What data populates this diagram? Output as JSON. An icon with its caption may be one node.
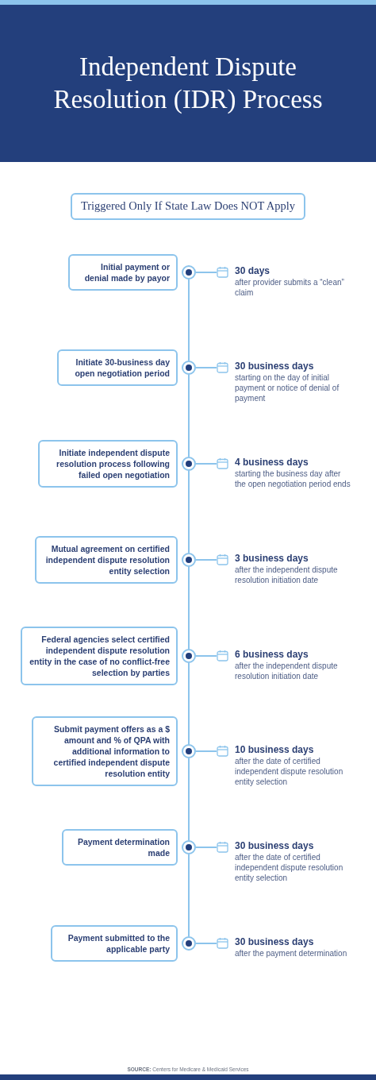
{
  "diagram": {
    "title": "Independent Dispute Resolution (IDR) Process",
    "nodes": [
      {
        "text": [
          "Triggered Only If State Law Does NOT Apply"
        ]
      },
      {
        "text": [
          "Initial payment or denial made by payor"
        ]
      },
      {
        "text": [],
        "shape": "circle"
      },
      {
        "text": [
          "30 days",
          "after provider submits a “clean” claim"
        ]
      },
      {
        "text": [
          "Initiate 30-business day open negotiation period"
        ]
      },
      {
        "text": [],
        "shape": "circle"
      },
      {
        "text": [
          "30 business days",
          "starting on the day of initial payment or notice of denial of payment"
        ]
      },
      {
        "text": [
          "Initiate independent dispute resolution process following failed open negotiation"
        ]
      },
      {
        "text": [],
        "shape": "circle"
      },
      {
        "text": [
          "4 business days",
          "starting the business day after the open negotiation period ends"
        ]
      },
      {
        "text": [
          "Mutual agreement on certified independent dispute resolution entity selection"
        ]
      },
      {
        "text": [],
        "shape": "circle"
      },
      {
        "text": [
          "3 business days",
          "after the independent dispute resolution initiation date"
        ]
      },
      {
        "text": [
          "Federal agencies select certified independent dispute resolution entity in the case of no conflict-free selection by parties"
        ]
      },
      {
        "text": [],
        "shape": "circle"
      },
      {
        "text": [
          "6 business days",
          "after the independent dispute resolution initiation date"
        ]
      },
      {
        "text": [
          "Submit payment offers as a $ amount and % of QPA with additional information to certified independent dispute resolution entity"
        ]
      },
      {
        "text": [],
        "shape": "circle"
      },
      {
        "text": [
          "10 business days",
          "after the date of certified independent dispute resolution entity selection"
        ]
      },
      {
        "text": [
          "Payment determination made"
        ]
      },
      {
        "text": [],
        "shape": "circle"
      },
      {
        "text": [
          "30 business days",
          "after the date of certified independent dispute resolution entity selection"
        ]
      },
      {
        "text": [
          "Payment submitted to the applicable party"
        ]
      },
      {
        "text": [],
        "shape": "circle"
      },
      {
        "text": [
          "30 business days",
          "after the payment determination"
        ]
      }
    ],
    "edges": [
      {
        "from": 2,
        "to": 3,
        "arrow": "none"
      },
      {
        "from": 2,
        "to": 5,
        "arrow": "none"
      },
      {
        "from": 5,
        "to": 6,
        "arrow": "none"
      },
      {
        "from": 5,
        "to": 8,
        "arrow": "none"
      },
      {
        "from": 8,
        "to": 9,
        "arrow": "none"
      },
      {
        "from": 8,
        "to": 11,
        "arrow": "none"
      },
      {
        "from": 11,
        "to": 12,
        "arrow": "none"
      },
      {
        "from": 11,
        "to": 14,
        "arrow": "none"
      },
      {
        "from": 14,
        "to": 15,
        "arrow": "none"
      },
      {
        "from": 14,
        "to": 17,
        "arrow": "none"
      },
      {
        "from": 17,
        "to": 18,
        "arrow": "none"
      },
      {
        "from": 17,
        "to": 20,
        "arrow": "none"
      },
      {
        "from": 20,
        "to": 21,
        "arrow": "none"
      },
      {
        "from": 20,
        "to": 23,
        "arrow": "none"
      },
      {
        "from": 23,
        "to": 24,
        "arrow": "none"
      }
    ],
    "labels": [
      "**SOURCE:** Centers for Medicare & Medicaid Services"
    ]
  }
}
